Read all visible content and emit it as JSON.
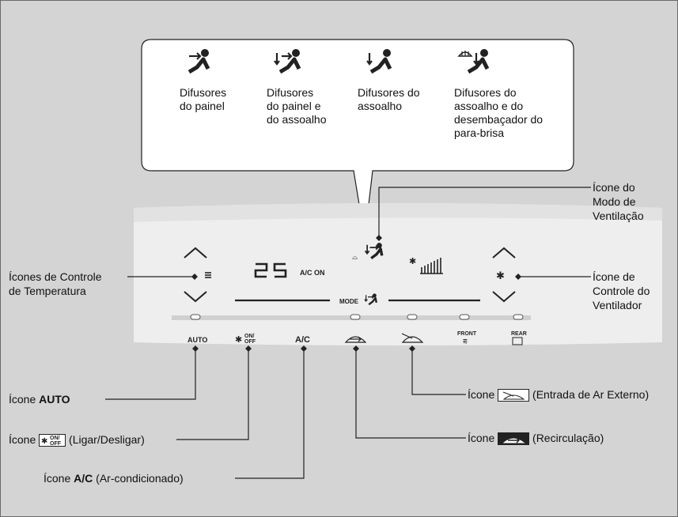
{
  "modes": [
    {
      "icon": "panel-vent-icon",
      "label": "Difusores\ndo painel"
    },
    {
      "icon": "bilevel-vent-icon",
      "label": "Difusores\ndo painel e\ndo assoalho"
    },
    {
      "icon": "floor-vent-icon",
      "label": "Difusores do\nassoalho"
    },
    {
      "icon": "floor-defrost-vent-icon",
      "label": "Difusores do\nassoalho e do\ndesembaçador do\npara-brisa"
    }
  ],
  "panel": {
    "temp_display": "25",
    "ac_on": "A/C ON",
    "mode_label": "MODE",
    "buttons": {
      "auto": "AUTO",
      "fan_on": "ON/",
      "fan_off": "OFF",
      "ac": "A/C",
      "front": "FRONT",
      "rear": "REAR"
    }
  },
  "callouts": {
    "vent_mode": [
      "Ícone do",
      "Modo de",
      "Ventilação"
    ],
    "temp_control": [
      "Ícones de Controle",
      "de Temperatura"
    ],
    "fan_control": [
      "Ícone de",
      "Controle do",
      "Ventilador"
    ],
    "auto": {
      "prefix": "Ícone ",
      "bold": "AUTO"
    },
    "onoff": {
      "prefix": "Ícone ",
      "suffix": " (Ligar/Desligar)"
    },
    "ac": {
      "prefix": "Ícone ",
      "bold": "A/C",
      "suffix": " (Ar-condicionado)"
    },
    "fresh_air": {
      "prefix": "Ícone ",
      "suffix": " (Entrada de Ar Externo)"
    },
    "recirc": {
      "prefix": "Ícone ",
      "suffix": " (Recirculação)"
    }
  }
}
